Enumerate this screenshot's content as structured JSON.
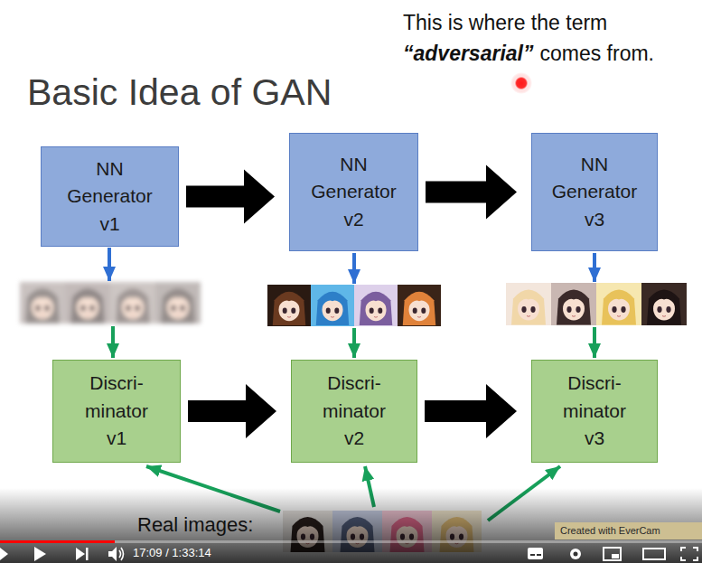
{
  "diagram": {
    "title": "Basic Idea of GAN",
    "nodes": [
      {
        "text": [
          "NN Generator v1"
        ]
      },
      {
        "text": [
          "NN Generator v2"
        ]
      },
      {
        "text": [
          "NN Generator v3"
        ]
      },
      {
        "text": [
          "Discri- minator v1"
        ]
      },
      {
        "text": [
          "Discri- minator v2"
        ]
      },
      {
        "text": [
          "Discri- minator v3"
        ]
      }
    ],
    "edges": [
      {
        "from": 0,
        "to": 1,
        "arrow": "to"
      },
      {
        "from": 1,
        "to": 2,
        "arrow": "to"
      },
      {
        "from": 3,
        "to": 4,
        "arrow": "to"
      },
      {
        "from": 4,
        "to": 5,
        "arrow": "to"
      }
    ],
    "labels": [
      "This is where the term",
      "“adversarial”",
      "comes from.",
      "Real images:",
      "17:09 / 1:33:14",
      "Created with EverCam"
    ]
  }
}
